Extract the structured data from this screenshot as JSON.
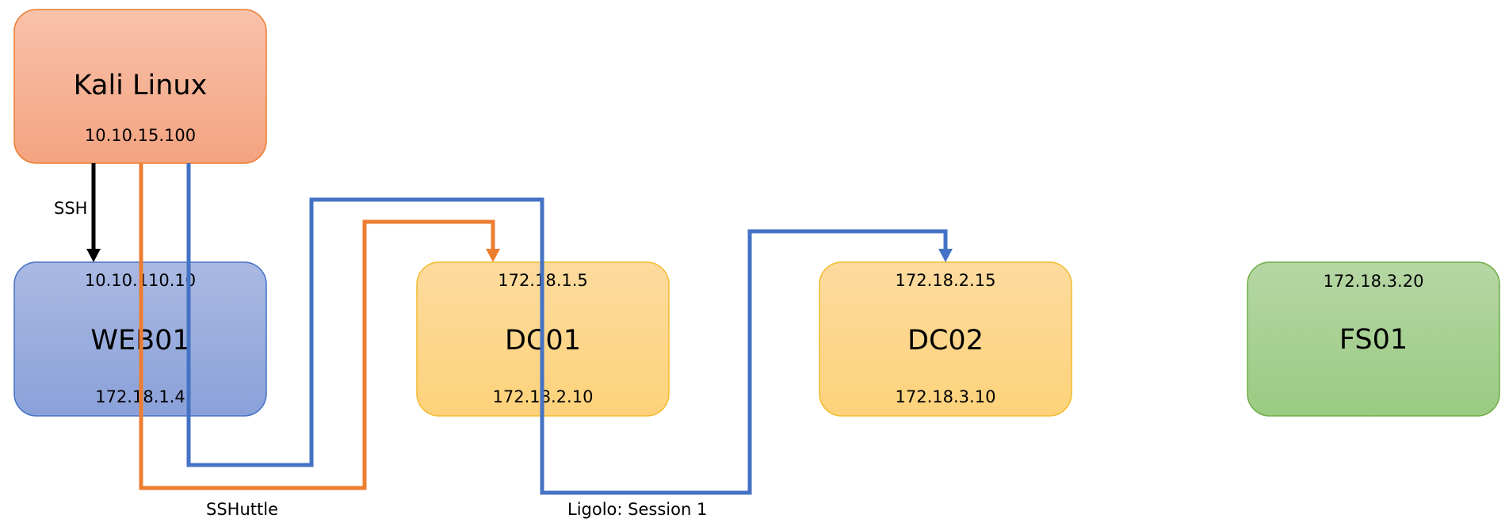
{
  "nodes": {
    "kali": {
      "title": "Kali Linux",
      "ip_bottom": "10.10.15.100"
    },
    "web01": {
      "title": "WEB01",
      "ip_top": "10.10.110.10",
      "ip_bottom": "172.18.1.4"
    },
    "dc01": {
      "title": "DC01",
      "ip_top": "172.18.1.5",
      "ip_bottom": "172.18.2.10"
    },
    "dc02": {
      "title": "DC02",
      "ip_top": "172.18.2.15",
      "ip_bottom": "172.18.3.10"
    },
    "fs01": {
      "title": "FS01",
      "ip_top": "172.18.3.20"
    }
  },
  "edges": {
    "ssh": {
      "label": "SSH"
    },
    "sshuttle": {
      "label": "SSHuttle"
    },
    "ligolo": {
      "label": "Ligolo: Session 1"
    }
  },
  "colors": {
    "orange_path": "#ED7D31",
    "blue_path": "#4472C4",
    "black_path": "#000000"
  }
}
